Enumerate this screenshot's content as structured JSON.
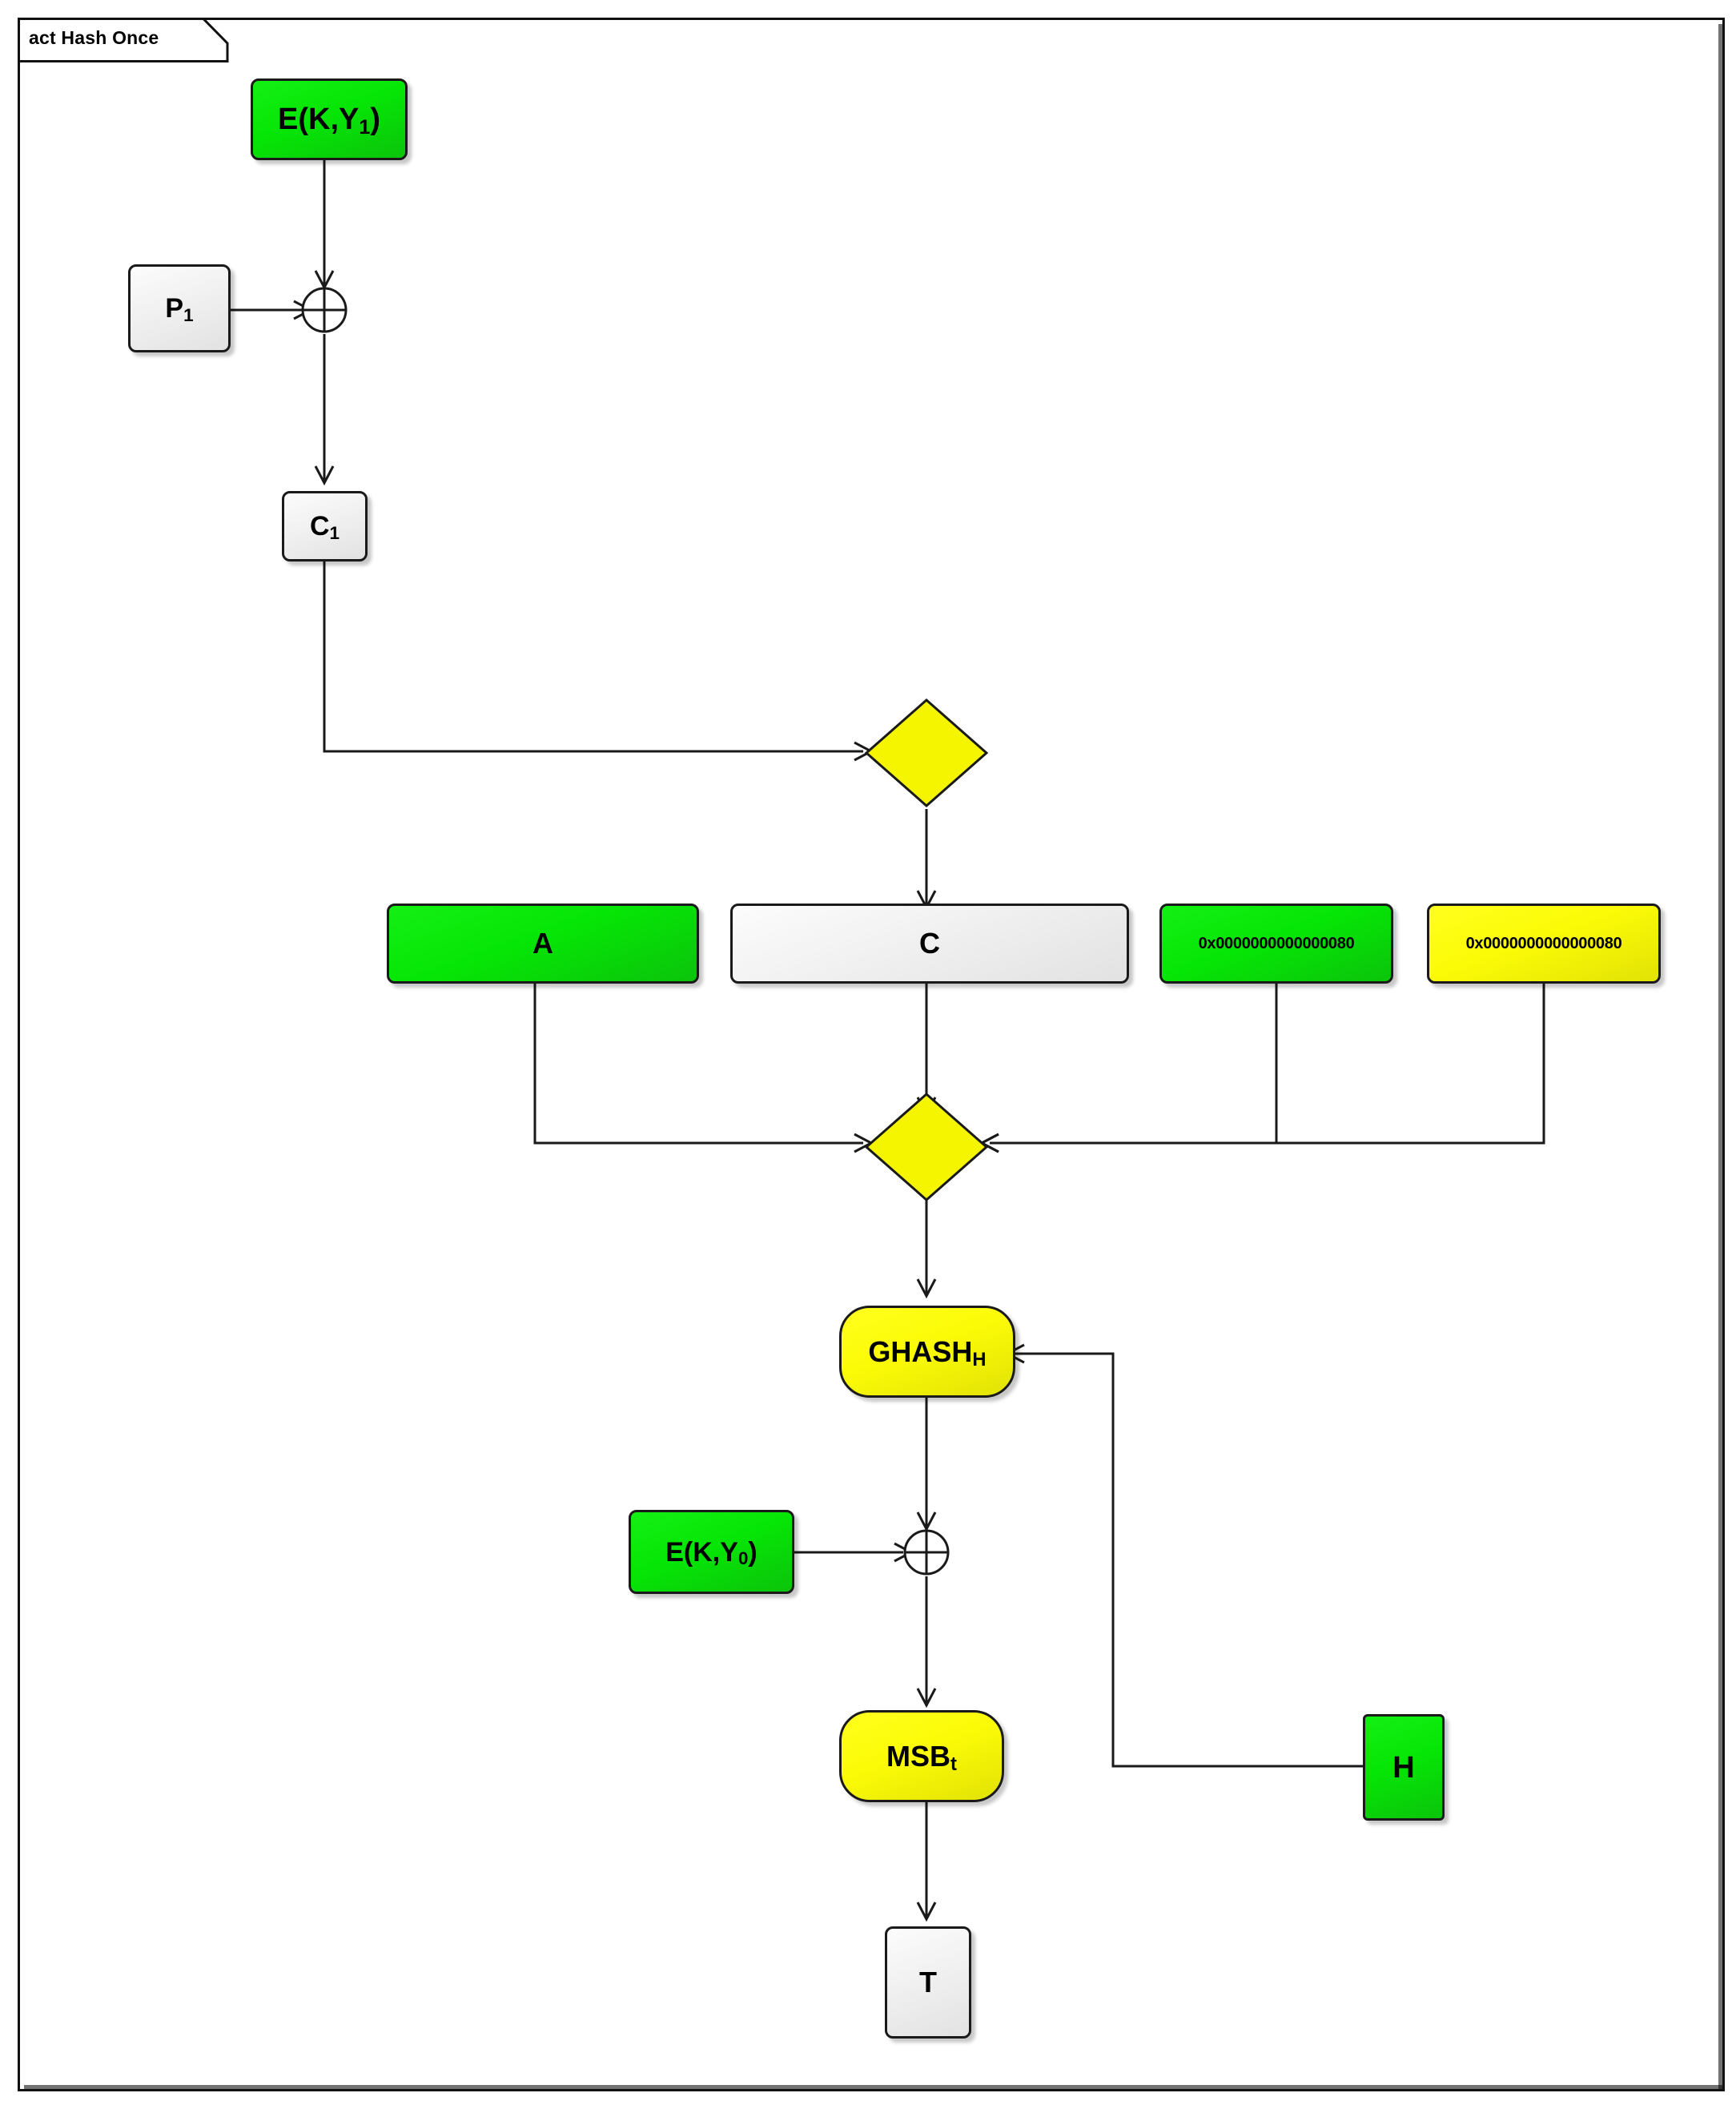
{
  "diagram": {
    "kind": "uml-activity-diagram",
    "frame_title": "act Hash Once",
    "background_color": "#ffffff",
    "palette": {
      "green": "#00e600",
      "yellow": "#f5f500",
      "gray": "#ececec",
      "outline": "#1a1a1a",
      "edge": "#1a1a1a"
    }
  },
  "nodes": {
    "ekY1": {
      "label_main": "E(K,Y",
      "label_sub": "1",
      "label_tail": ")",
      "fill": "green",
      "shape": "rounded-rect"
    },
    "p1": {
      "label_main": "P",
      "label_sub": "1",
      "label_tail": "",
      "fill": "gray",
      "shape": "rounded-rect"
    },
    "c1": {
      "label_main": "C",
      "label_sub": "1",
      "label_tail": "",
      "fill": "gray",
      "shape": "rounded-rect"
    },
    "merge1": {
      "label": "",
      "fill": "yellow",
      "shape": "diamond"
    },
    "a": {
      "label": "A",
      "fill": "green",
      "shape": "rounded-rect"
    },
    "c": {
      "label": "C",
      "fill": "gray",
      "shape": "rounded-rect"
    },
    "lenA": {
      "label": "0x0000000000000080",
      "fill": "green",
      "shape": "rounded-rect"
    },
    "lenC": {
      "label": "0x0000000000000080",
      "fill": "yellow",
      "shape": "rounded-rect"
    },
    "merge2": {
      "label": "",
      "fill": "yellow",
      "shape": "diamond"
    },
    "ghash": {
      "label_main": "GHASH",
      "label_sub": "H",
      "fill": "yellow",
      "shape": "rounded-rect-lg"
    },
    "ekY0": {
      "label_main": "E(K,Y",
      "label_sub": "0",
      "label_tail": ")",
      "fill": "green",
      "shape": "rounded-rect"
    },
    "msb": {
      "label_main": "MSB",
      "label_sub": "t",
      "fill": "yellow",
      "shape": "rounded-rect-lg"
    },
    "h": {
      "label": "H",
      "fill": "green",
      "shape": "rect"
    },
    "t": {
      "label": "T",
      "fill": "gray",
      "shape": "rounded-rect"
    },
    "xor1": {
      "glyph": "xor-circle"
    },
    "xor2": {
      "glyph": "xor-circle"
    }
  },
  "edges": [
    {
      "from": "ekY1",
      "to": "xor1",
      "arrow": true
    },
    {
      "from": "p1",
      "to": "xor1",
      "arrow": true
    },
    {
      "from": "xor1",
      "to": "c1",
      "arrow": true
    },
    {
      "from": "c1",
      "to": "merge1",
      "arrow": true
    },
    {
      "from": "merge1",
      "to": "c",
      "arrow": true
    },
    {
      "from": "a",
      "to": "merge2",
      "arrow": true
    },
    {
      "from": "c",
      "to": "merge2",
      "arrow": true
    },
    {
      "from": "lenA",
      "to": "merge2",
      "arrow": true
    },
    {
      "from": "lenC",
      "to": "merge2",
      "arrow": true
    },
    {
      "from": "merge2",
      "to": "ghash",
      "arrow": true
    },
    {
      "from": "ghash",
      "to": "xor2",
      "arrow": true
    },
    {
      "from": "ekY0",
      "to": "xor2",
      "arrow": true
    },
    {
      "from": "xor2",
      "to": "msb",
      "arrow": true
    },
    {
      "from": "msb",
      "to": "t",
      "arrow": true
    },
    {
      "from": "h",
      "to": "ghash",
      "arrow": true
    }
  ]
}
